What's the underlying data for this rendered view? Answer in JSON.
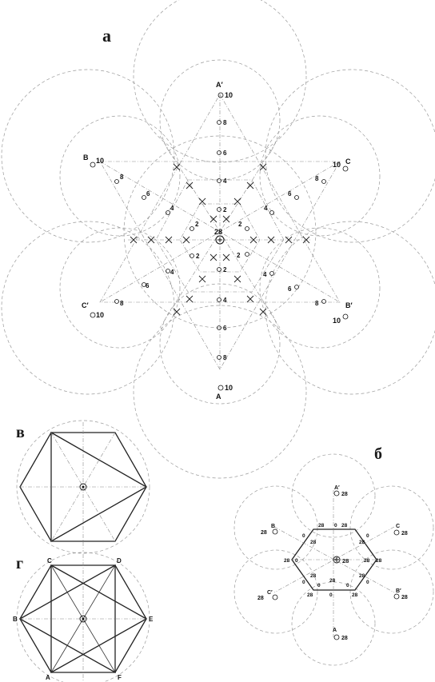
{
  "panels": {
    "a": {
      "title": "а",
      "center_value": "28",
      "vertices": [
        {
          "name": "A′",
          "charge": "10"
        },
        {
          "name": "A",
          "charge": "10"
        },
        {
          "name": "B",
          "charge": "10"
        },
        {
          "name": "C",
          "charge": "10"
        },
        {
          "name": "C′",
          "charge": "10"
        },
        {
          "name": "B′",
          "charge": "10"
        }
      ],
      "ray_values": [
        "2",
        "4",
        "6",
        "8"
      ]
    },
    "b": {
      "title": "б",
      "center_value": "28",
      "vertices": [
        {
          "name": "A′",
          "value": "28"
        },
        {
          "name": "A",
          "value": "28"
        },
        {
          "name": "B",
          "value": "28"
        },
        {
          "name": "C",
          "value": "28"
        },
        {
          "name": "C′",
          "value": "28"
        },
        {
          "name": "B′",
          "value": "28"
        }
      ],
      "hex_values": [
        "28",
        "0"
      ]
    },
    "v": {
      "title": "в"
    },
    "g": {
      "title": "г",
      "vertices": [
        "C",
        "D",
        "B",
        "E",
        "A",
        "F"
      ]
    }
  }
}
